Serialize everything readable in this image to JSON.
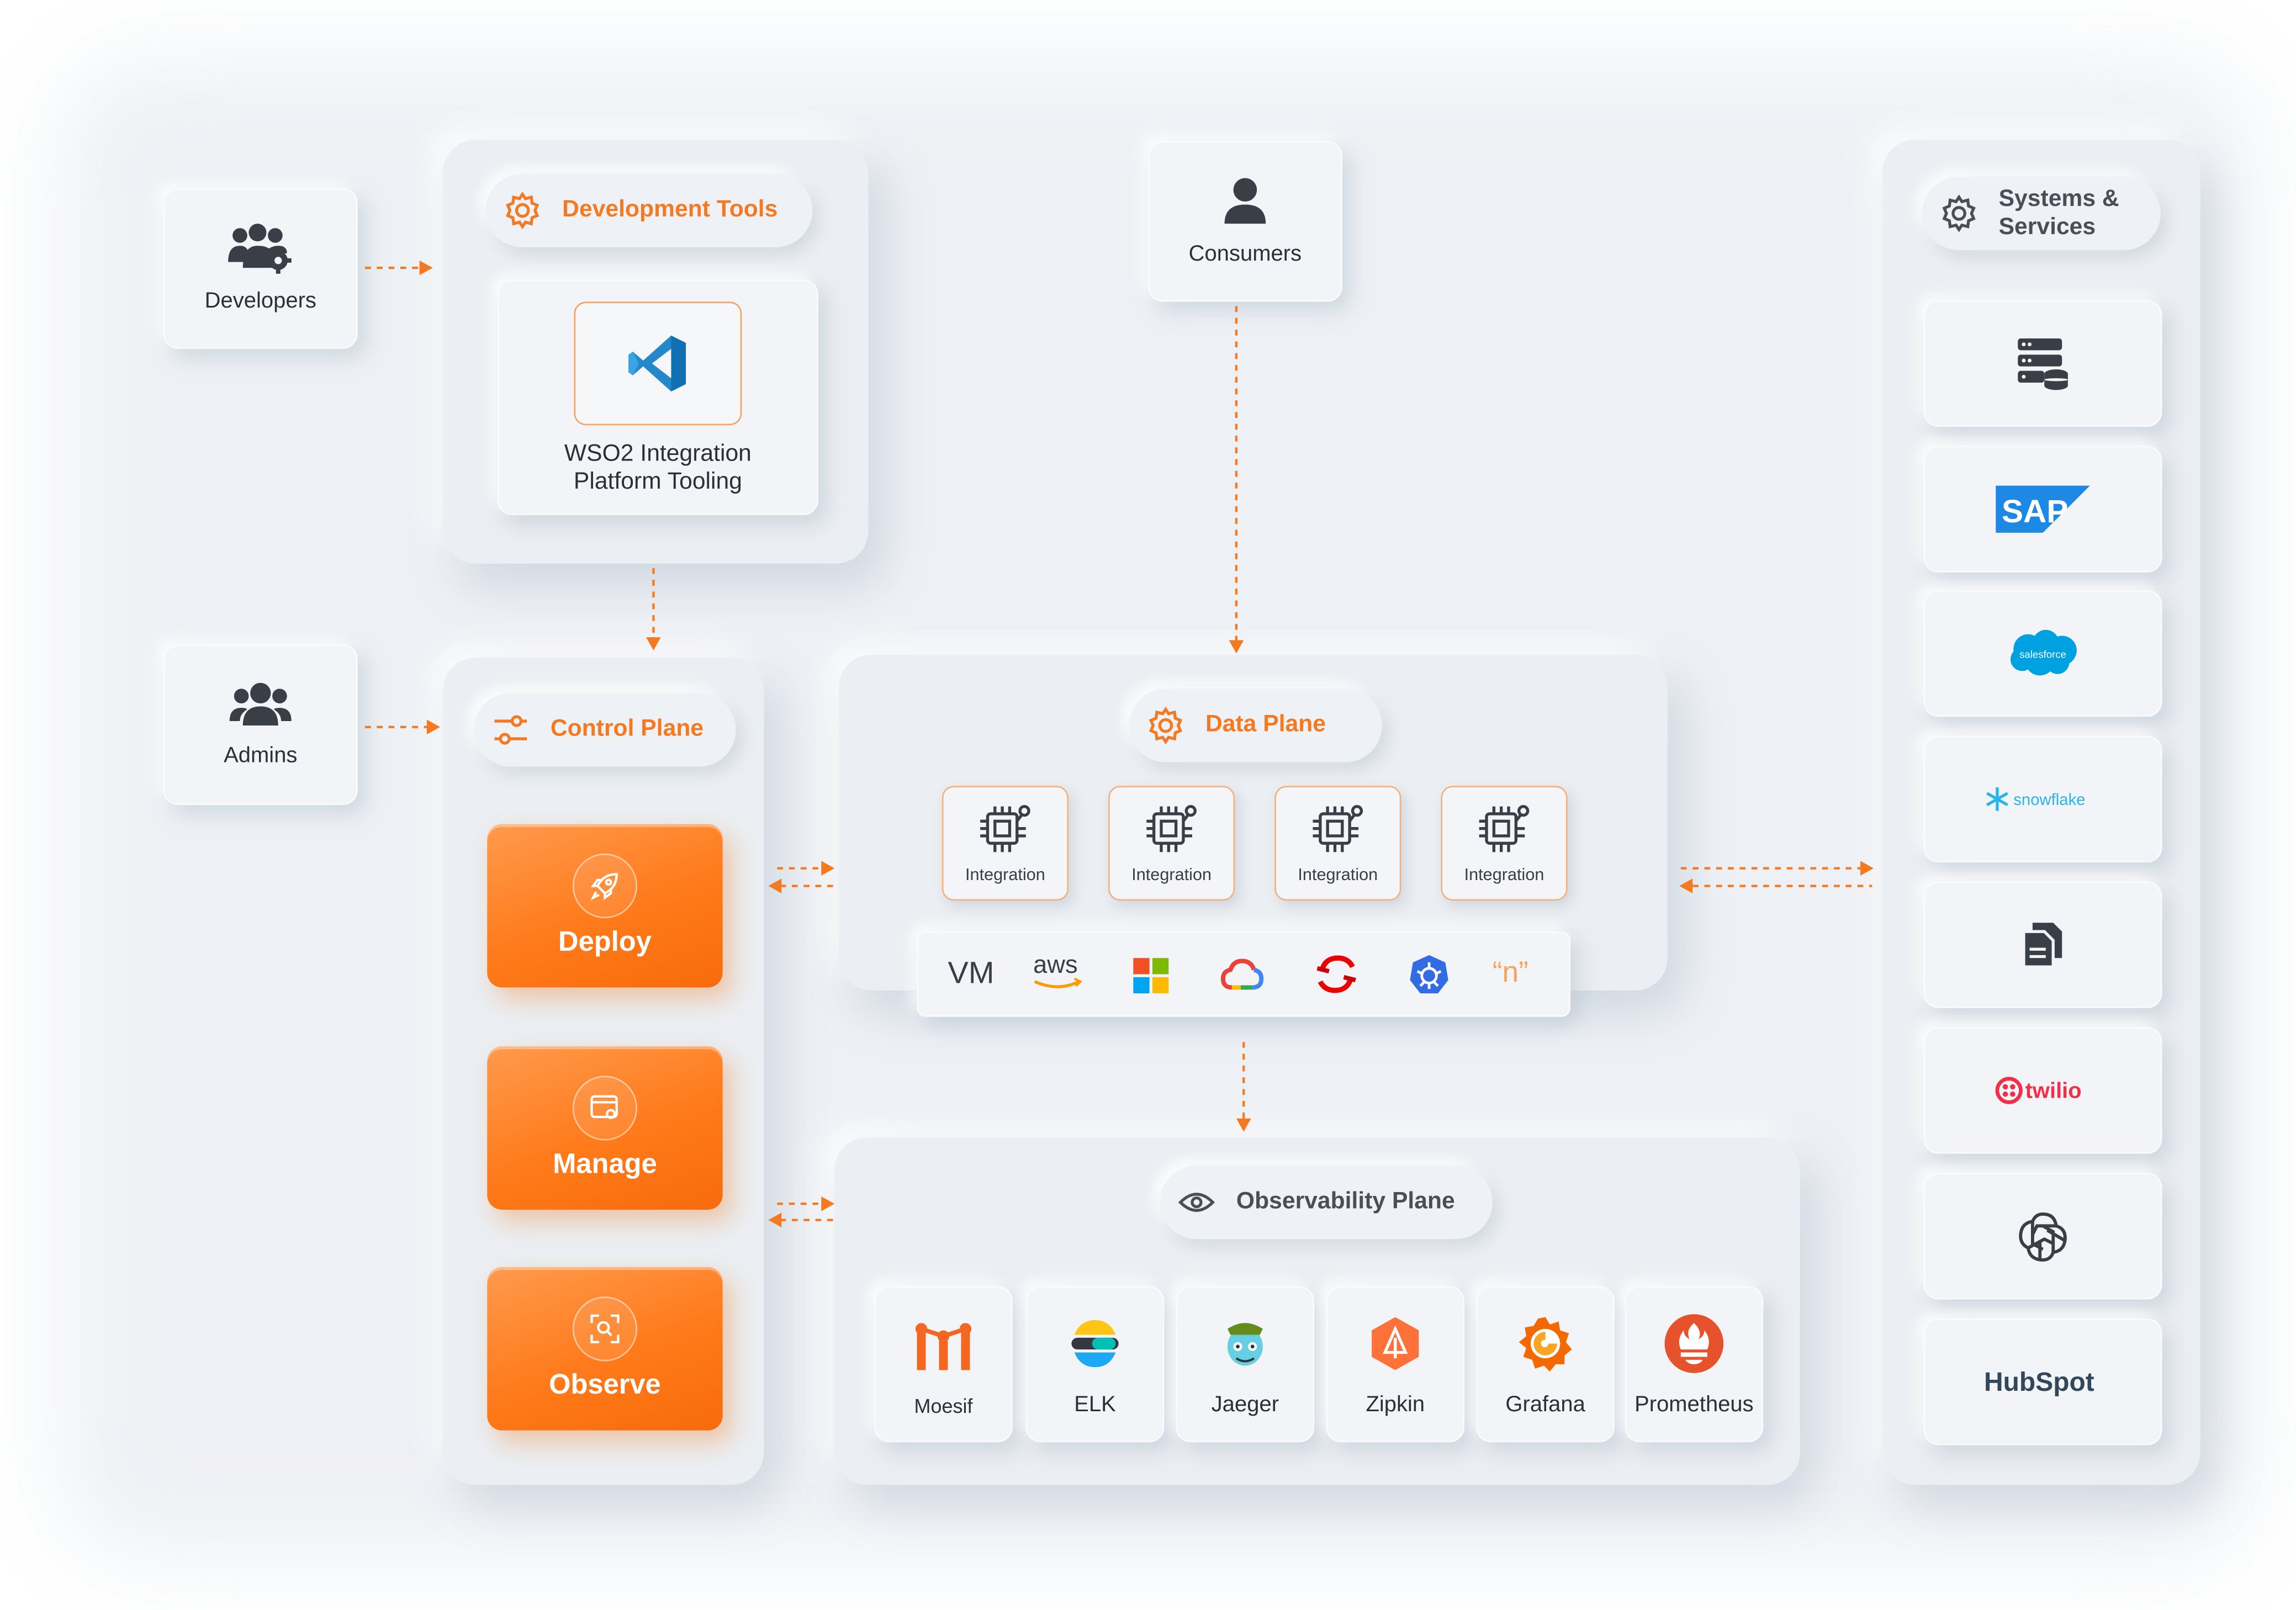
{
  "actors": {
    "developers": "Developers",
    "admins": "Admins",
    "consumers": "Consumers"
  },
  "dev_tools": {
    "title": "Development Tools",
    "tool_label": "WSO2 Integration Platform Tooling"
  },
  "control_plane": {
    "title": "Control Plane",
    "buttons": [
      "Deploy",
      "Manage",
      "Observe"
    ]
  },
  "data_plane": {
    "title": "Data Plane",
    "integrations": [
      "Integration",
      "Integration",
      "Integration",
      "Integration"
    ],
    "runtimes": [
      {
        "label": "VM",
        "icon": "vm-text"
      },
      {
        "label": "aws",
        "icon": "aws-logo"
      },
      {
        "label": "",
        "icon": "microsoft-logo"
      },
      {
        "label": "",
        "icon": "google-cloud-logo"
      },
      {
        "label": "",
        "icon": "openshift-logo"
      },
      {
        "label": "",
        "icon": "kubernetes-logo"
      },
      {
        "label": "“n”",
        "icon": "n-text"
      }
    ]
  },
  "observability": {
    "title": "Observability Plane",
    "tools": [
      "Moesif",
      "ELK",
      "Jaeger",
      "Zipkin",
      "Grafana",
      "Prometheus"
    ]
  },
  "systems": {
    "title": "Systems & Services",
    "items": [
      {
        "icon": "database-server-icon",
        "label": ""
      },
      {
        "icon": "sap-logo",
        "label": "SAP"
      },
      {
        "icon": "salesforce-logo",
        "label": "salesforce"
      },
      {
        "icon": "snowflake-logo",
        "label": "snowflake"
      },
      {
        "icon": "document-icon",
        "label": ""
      },
      {
        "icon": "twilio-logo",
        "label": "twilio"
      },
      {
        "icon": "openai-logo",
        "label": ""
      },
      {
        "icon": "hubspot-logo",
        "label": "HubSpot"
      }
    ]
  },
  "colors": {
    "accent": "#f47920",
    "panel": "#ebeef2",
    "text": "#2b2f36"
  }
}
